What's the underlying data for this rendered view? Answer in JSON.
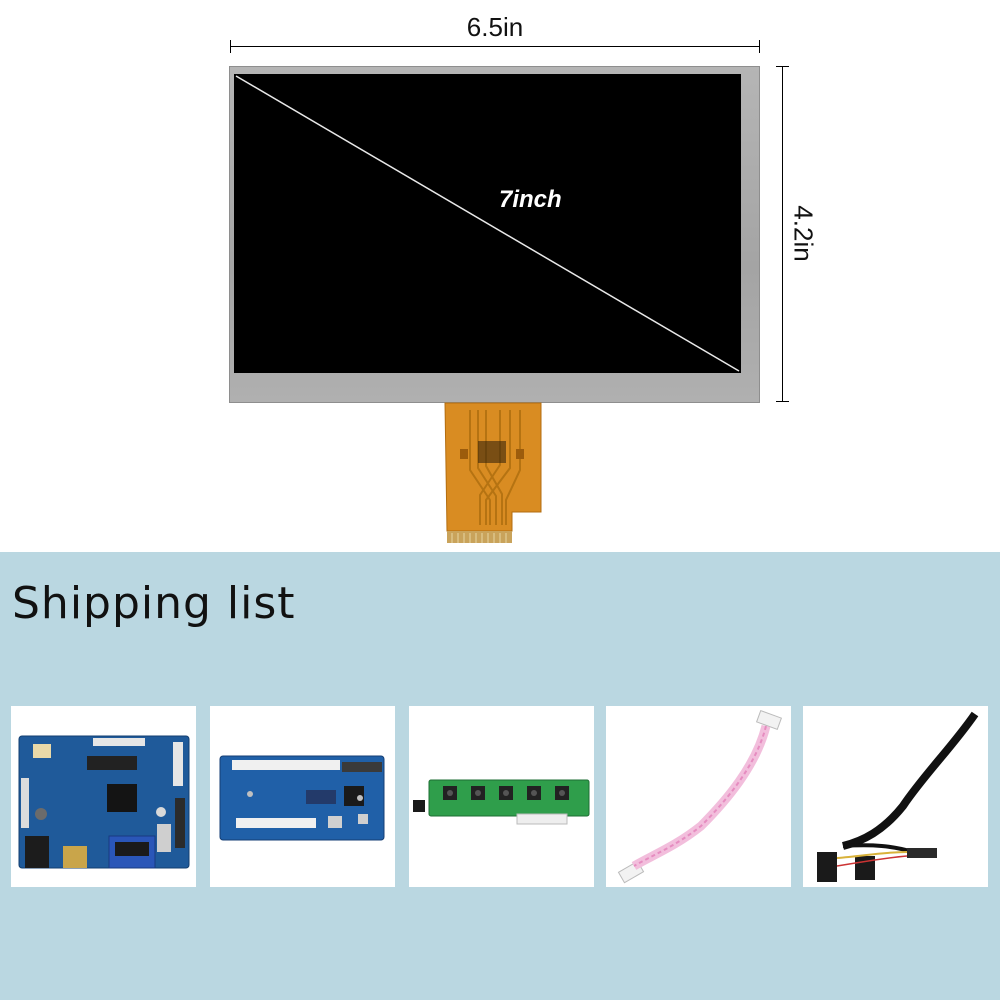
{
  "dimensions": {
    "width_label": "6.5in",
    "height_label": "4.2in",
    "diagonal_label": "7inch"
  },
  "shipping": {
    "title": "Shipping list",
    "items": [
      {
        "icon": "hdmi-vga-controller-board-icon"
      },
      {
        "icon": "lvds-adapter-board-icon"
      },
      {
        "icon": "keypad-board-icon"
      },
      {
        "icon": "keypad-ribbon-cable-icon"
      },
      {
        "icon": "lvds-cable-icon"
      }
    ]
  },
  "colors": {
    "section_background": "#bad7e1",
    "screen": "#000000",
    "bezel": "#a9a9a9",
    "fpc": "#d88a1e"
  }
}
